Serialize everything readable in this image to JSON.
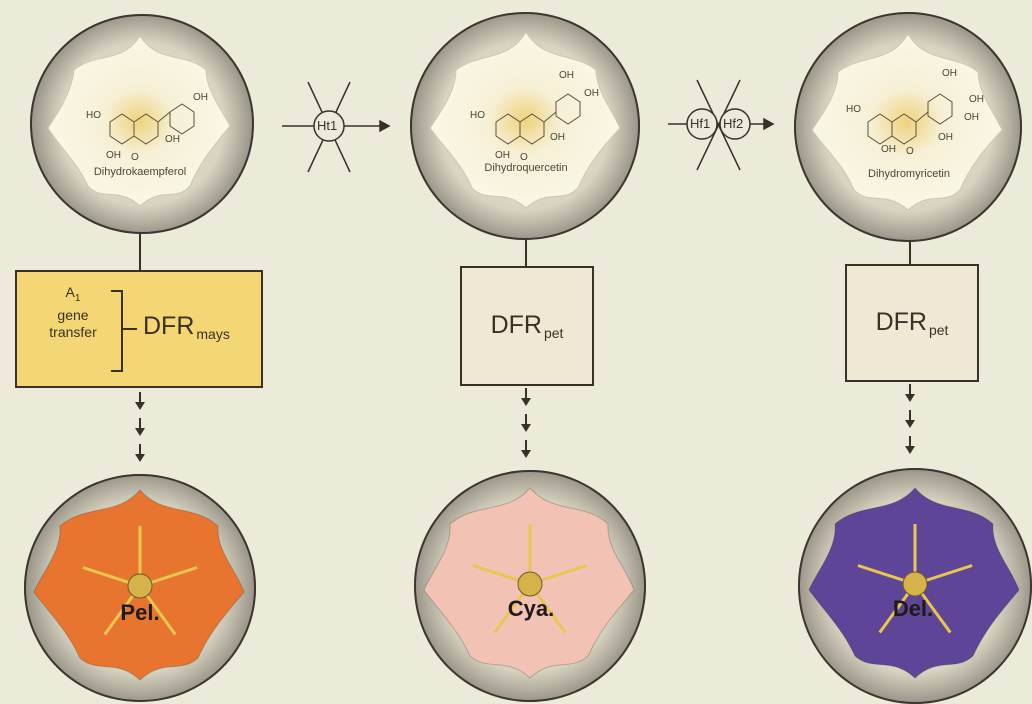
{
  "compounds": [
    {
      "name": "Dihydrokaempferol",
      "groups": [
        "HO",
        "OH",
        "OH",
        "OH",
        "O"
      ]
    },
    {
      "name": "Dihydroquercetin",
      "groups": [
        "HO",
        "OH",
        "OH",
        "OH",
        "OH",
        "O"
      ]
    },
    {
      "name": "Dihydromyricetin",
      "groups": [
        "HO",
        "OH",
        "OH",
        "OH",
        "OH",
        "OH",
        "O"
      ]
    }
  ],
  "enzymes": [
    {
      "labels": [
        "Ht1"
      ]
    },
    {
      "labels": [
        "Hf1",
        "Hf2"
      ]
    }
  ],
  "boxes": [
    {
      "transfer": {
        "line1": "A",
        "sub": "1",
        "line2": "gene",
        "line3": "transfer"
      },
      "dfr": "DFR",
      "dfr_sub": "mays"
    },
    {
      "dfr": "DFR",
      "dfr_sub": "pet"
    },
    {
      "dfr": "DFR",
      "dfr_sub": "pet"
    }
  ],
  "pigments": [
    {
      "label": "Pel.",
      "color": "#e8752f"
    },
    {
      "label": "Cya.",
      "color": "#f2c3b5"
    },
    {
      "label": "Del.",
      "color": "#5e4597"
    }
  ],
  "colors": {
    "background": "#ecead8",
    "box_transfer": "#f4d774",
    "white_petals": "#f6f3e2",
    "yellow_veins": "#efd27a"
  }
}
